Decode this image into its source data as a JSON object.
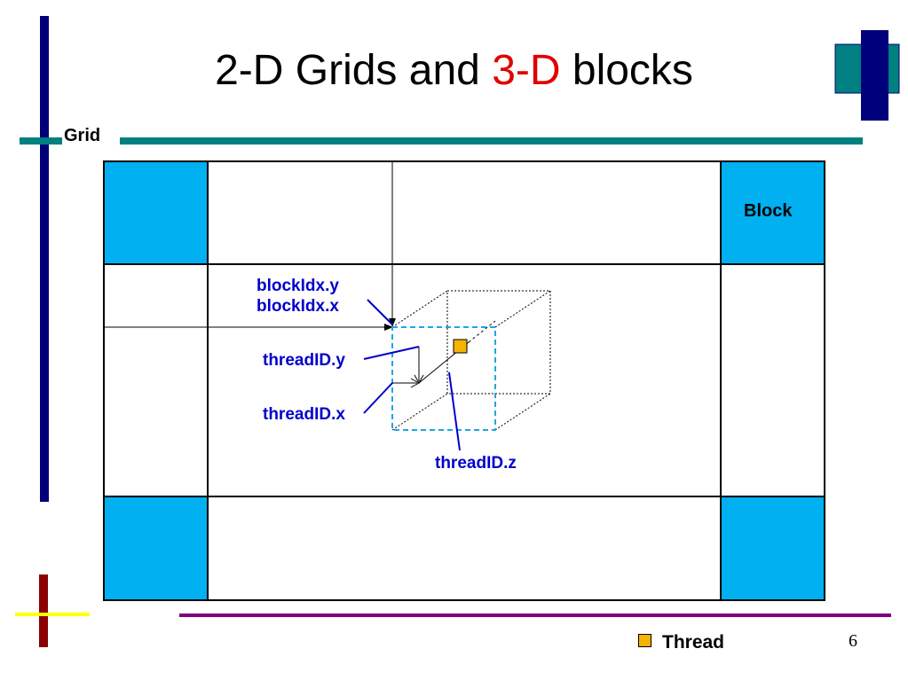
{
  "slide": {
    "title_part1": "2-D Grids and ",
    "title_accent": "3-D",
    "title_part2": " blocks",
    "page_number": "6"
  },
  "labels": {
    "grid": "Grid",
    "block": "Block",
    "block_idx_y": "blockIdx.y",
    "block_idx_x": "blockIdx.x",
    "thread_id_y": "threadID.y",
    "thread_id_x": "threadID.x",
    "thread_id_z": "threadID.z"
  },
  "legend": {
    "thread_label": "Thread"
  },
  "colors": {
    "block_fill": "#00b0f0",
    "thread_fill": "#f4b400",
    "accent_red": "#e00000",
    "label_blue": "#0000cc",
    "navy": "#00007a",
    "teal": "#008080",
    "maroon": "#8b0000",
    "yellow": "#ffff00",
    "purple": "#800080"
  }
}
